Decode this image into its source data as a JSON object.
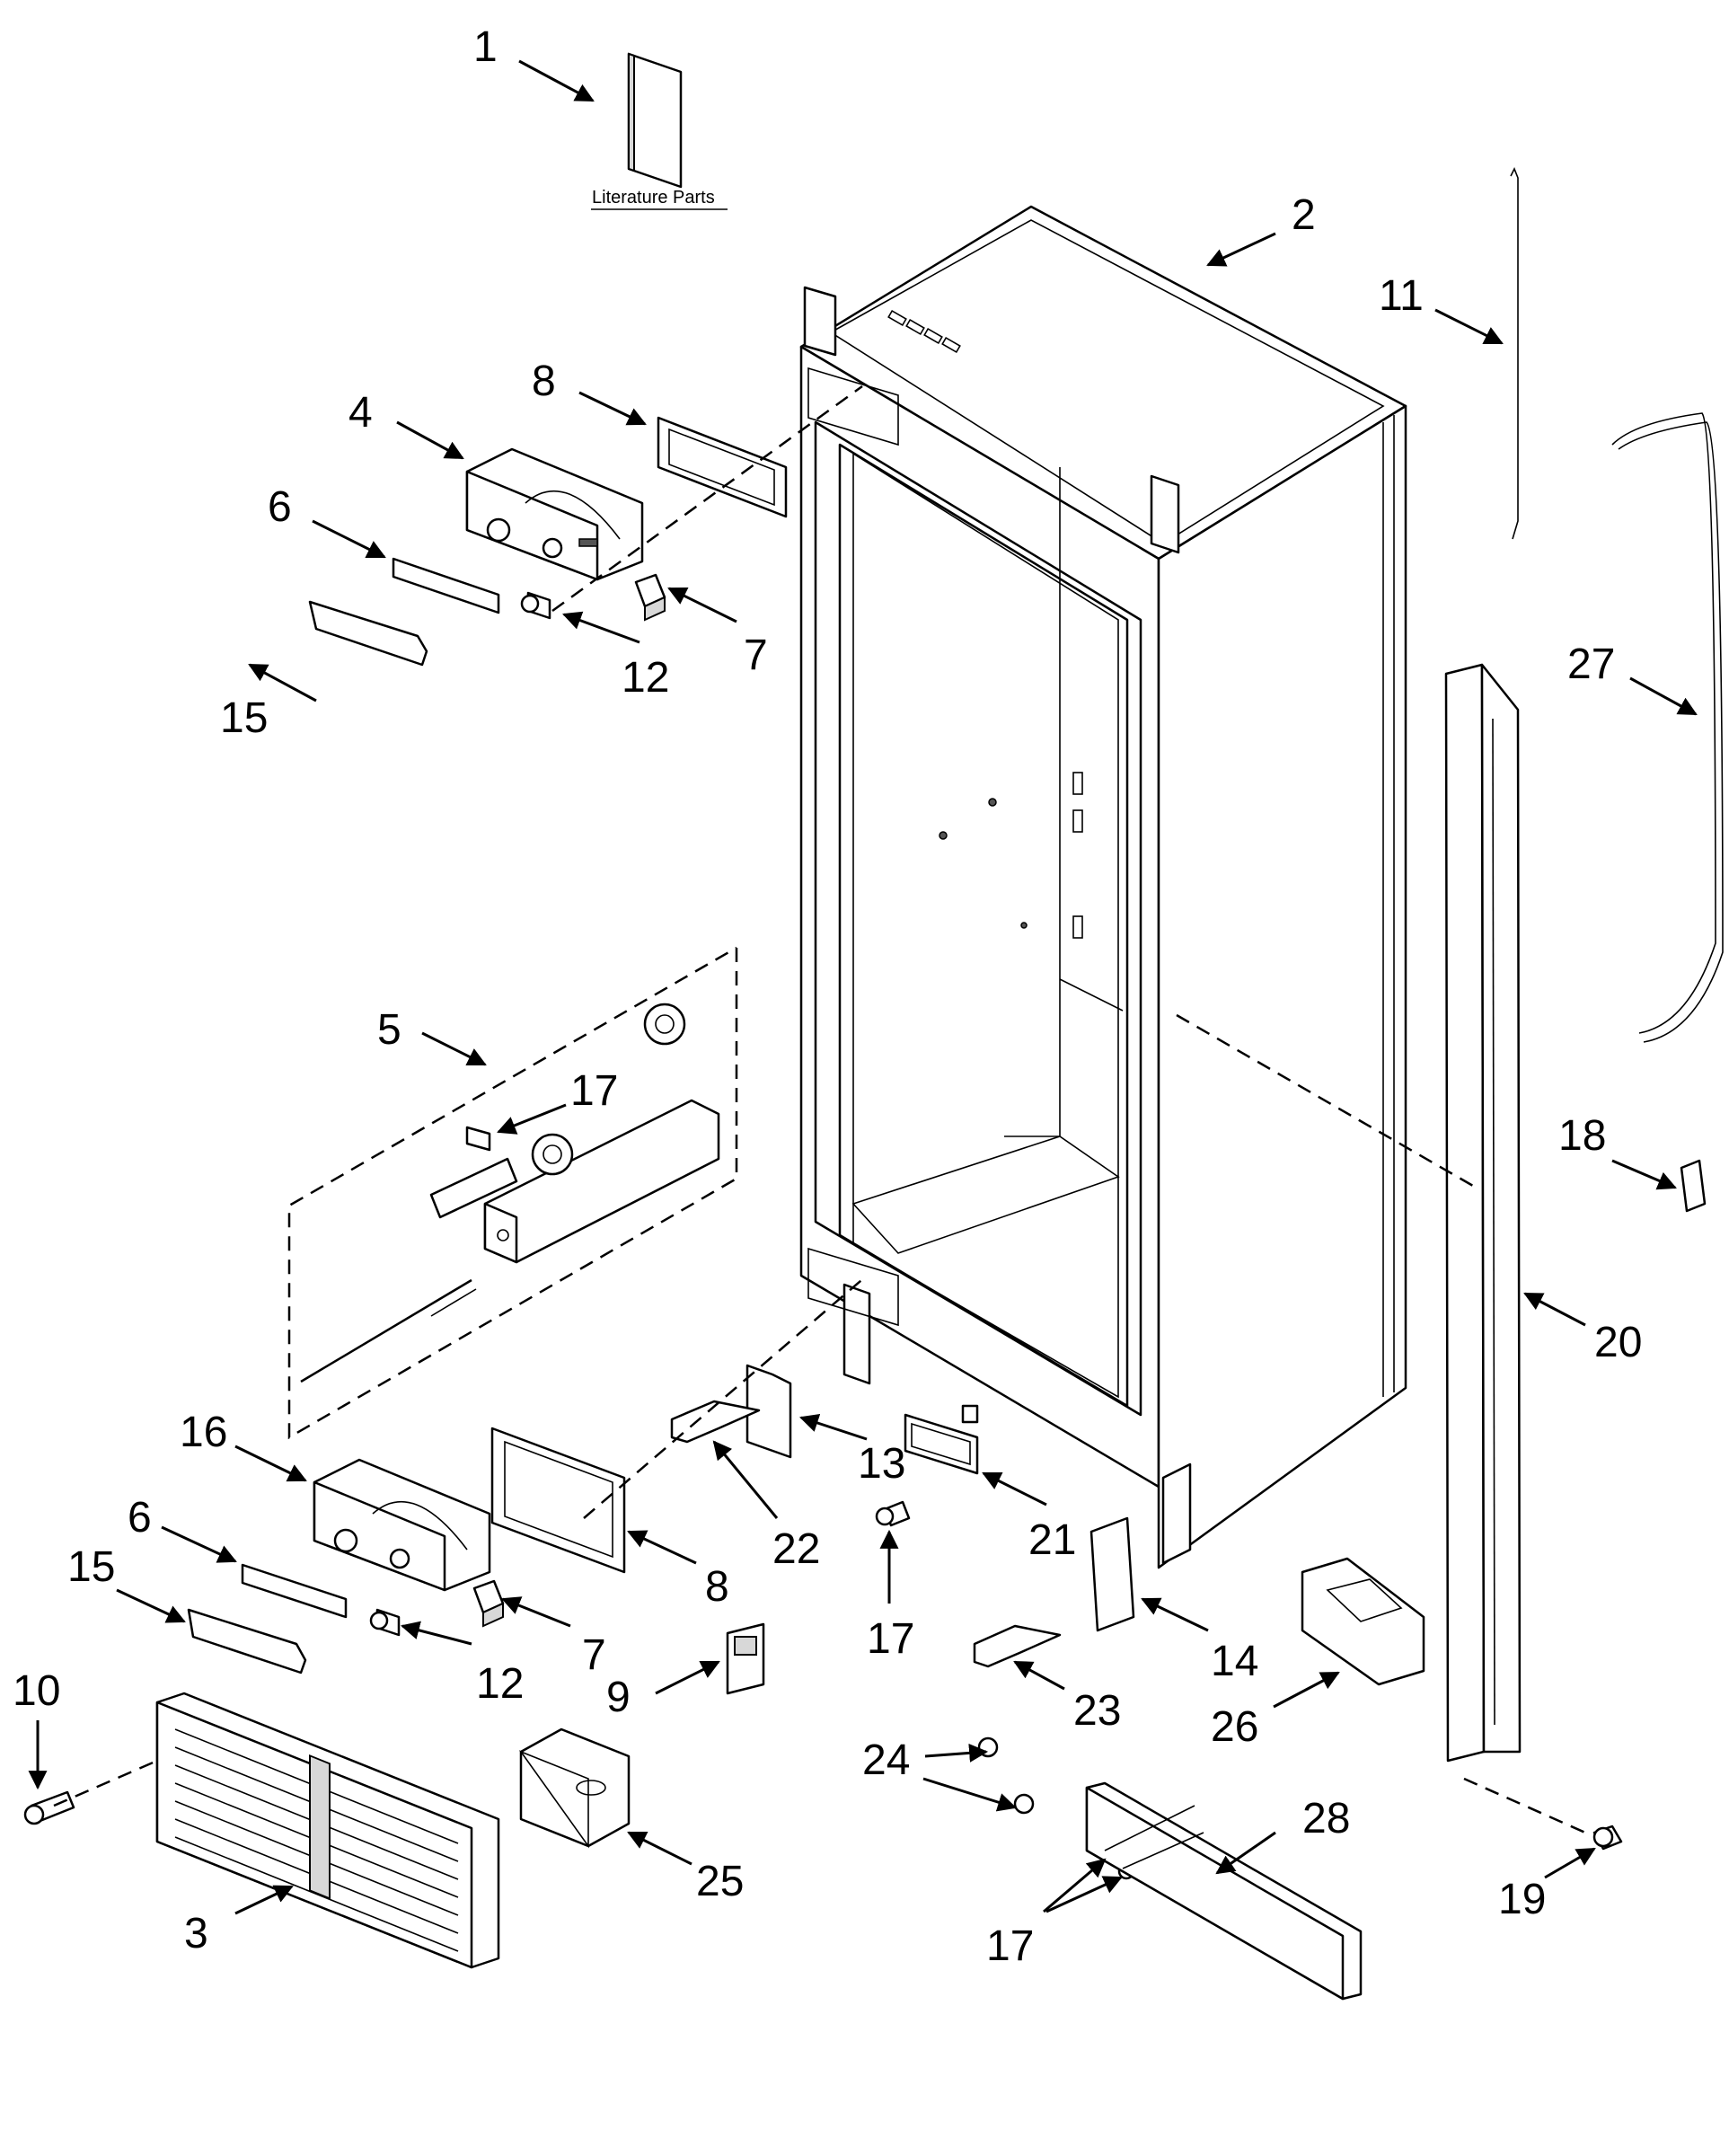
{
  "diagram": {
    "caption": "Literature Parts",
    "callouts": [
      {
        "id": "c1",
        "label": "1"
      },
      {
        "id": "c2",
        "label": "2"
      },
      {
        "id": "c3",
        "label": "3"
      },
      {
        "id": "c4",
        "label": "4"
      },
      {
        "id": "c5",
        "label": "5"
      },
      {
        "id": "c6a",
        "label": "6"
      },
      {
        "id": "c6b",
        "label": "6"
      },
      {
        "id": "c7a",
        "label": "7"
      },
      {
        "id": "c7b",
        "label": "7"
      },
      {
        "id": "c8a",
        "label": "8"
      },
      {
        "id": "c8b",
        "label": "8"
      },
      {
        "id": "c9",
        "label": "9"
      },
      {
        "id": "c10",
        "label": "10"
      },
      {
        "id": "c11",
        "label": "11"
      },
      {
        "id": "c12a",
        "label": "12"
      },
      {
        "id": "c12b",
        "label": "12"
      },
      {
        "id": "c13",
        "label": "13"
      },
      {
        "id": "c14",
        "label": "14"
      },
      {
        "id": "c15a",
        "label": "15"
      },
      {
        "id": "c15b",
        "label": "15"
      },
      {
        "id": "c16",
        "label": "16"
      },
      {
        "id": "c17a",
        "label": "17"
      },
      {
        "id": "c17b",
        "label": "17"
      },
      {
        "id": "c17c",
        "label": "17"
      },
      {
        "id": "c18",
        "label": "18"
      },
      {
        "id": "c19",
        "label": "19"
      },
      {
        "id": "c20",
        "label": "20"
      },
      {
        "id": "c21",
        "label": "21"
      },
      {
        "id": "c22",
        "label": "22"
      },
      {
        "id": "c23",
        "label": "23"
      },
      {
        "id": "c24",
        "label": "24"
      },
      {
        "id": "c25",
        "label": "25"
      },
      {
        "id": "c26",
        "label": "26"
      },
      {
        "id": "c27",
        "label": "27"
      },
      {
        "id": "c28",
        "label": "28"
      }
    ]
  }
}
